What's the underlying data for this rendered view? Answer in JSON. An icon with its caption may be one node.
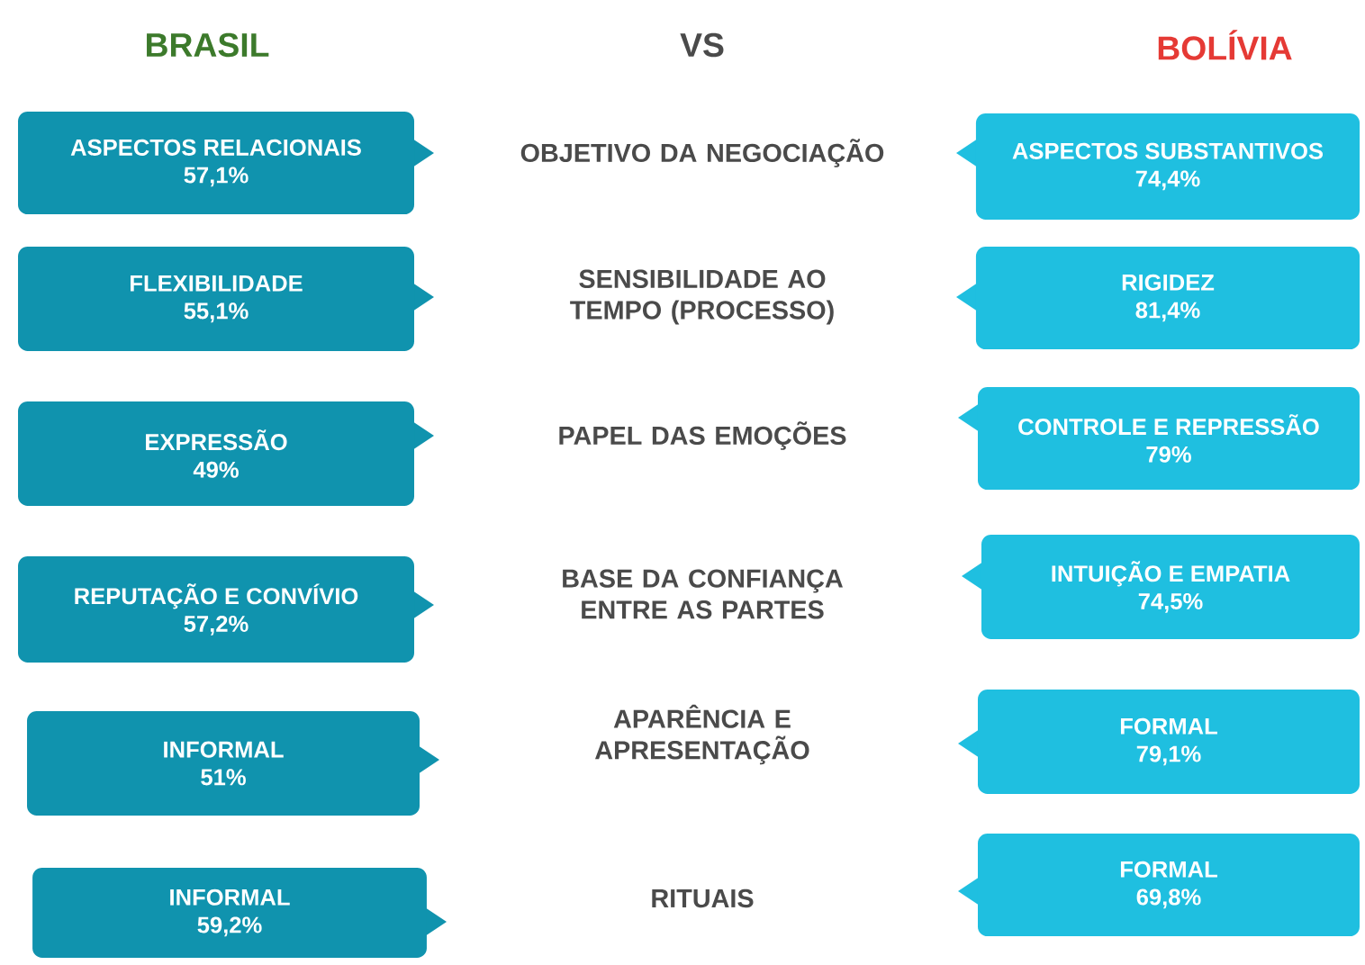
{
  "diagram": {
    "nodes": [
      {
        "text": [
          "ASPECTOS RELACIONAIS",
          "57,1%"
        ]
      },
      {
        "text": [
          "ASPECTOS SUBSTANTIVOS",
          "74,4%"
        ]
      },
      {
        "text": [
          "FLEXIBILIDADE",
          "55,1%"
        ]
      },
      {
        "text": [
          "RIGIDEZ",
          "81,4%"
        ]
      },
      {
        "text": [
          "EXPRESSÃO",
          "49%"
        ]
      },
      {
        "text": [
          "CONTROLE E REPRESSÃO",
          "79%"
        ]
      },
      {
        "text": [
          "REPUTAÇÃO E CONVÍVIO",
          "57,2%"
        ]
      },
      {
        "text": [
          "INTUIÇÃO E EMPATIA",
          "74,5%"
        ]
      },
      {
        "text": [
          "INFORMAL",
          "51%"
        ]
      },
      {
        "text": [
          "FORMAL",
          "79,1%"
        ]
      },
      {
        "text": [
          "INFORMAL",
          "59,2%"
        ]
      },
      {
        "text": [
          "FORMAL",
          "69,8%"
        ]
      }
    ],
    "labels": [
      "BRASIL",
      "VS",
      "BOLÍVIA",
      "OBJETIVO DA NEGOCIAÇÃO",
      "SENSIBILIDADE AO TEMPO (PROCESSO)",
      "PAPEL DAS EMOÇÕES",
      "BASE DA CONFIANÇA ENTRE AS PARTES",
      "APARÊNCIA E APRESENTAÇÃO",
      "RITUAIS"
    ]
  }
}
